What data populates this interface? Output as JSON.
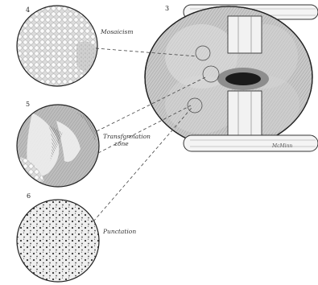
{
  "figure": {
    "panels": [
      {
        "number": "4",
        "label": "Mosaicism"
      },
      {
        "number": "5",
        "label_line1": "Transformation",
        "label_line2": "zone"
      },
      {
        "number": "6",
        "label": "Punctation"
      }
    ],
    "main_view_number": "3",
    "signature": "McMinn"
  }
}
